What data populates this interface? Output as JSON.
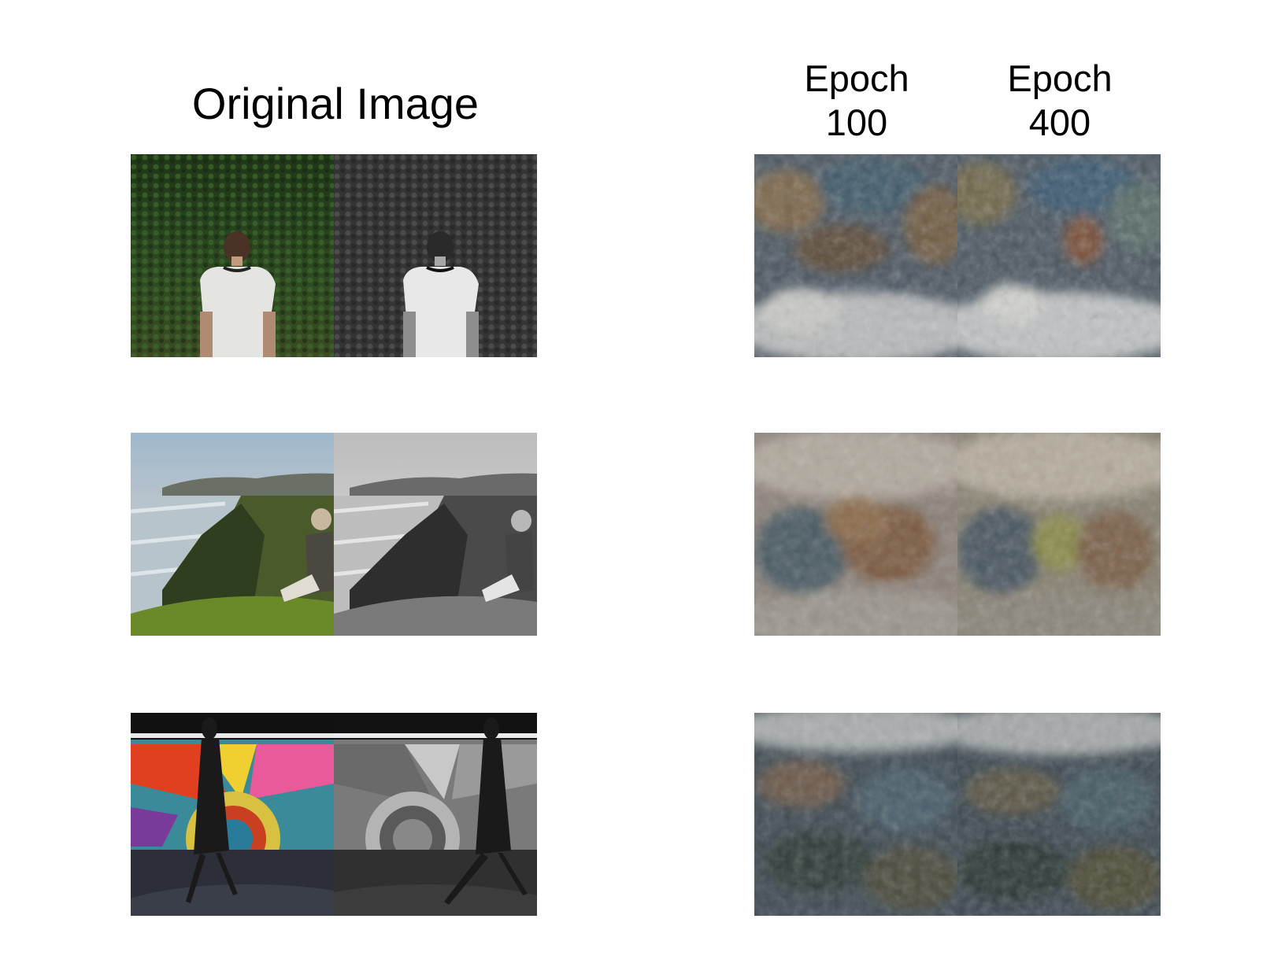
{
  "title": "Original Image",
  "columns": [
    {
      "line1": "Epoch",
      "line2": "100"
    },
    {
      "line1": "Epoch",
      "line2": "400"
    }
  ],
  "rows": [
    {
      "subject": "man-forest"
    },
    {
      "subject": "woman-coast"
    },
    {
      "subject": "mural-walker"
    }
  ]
}
